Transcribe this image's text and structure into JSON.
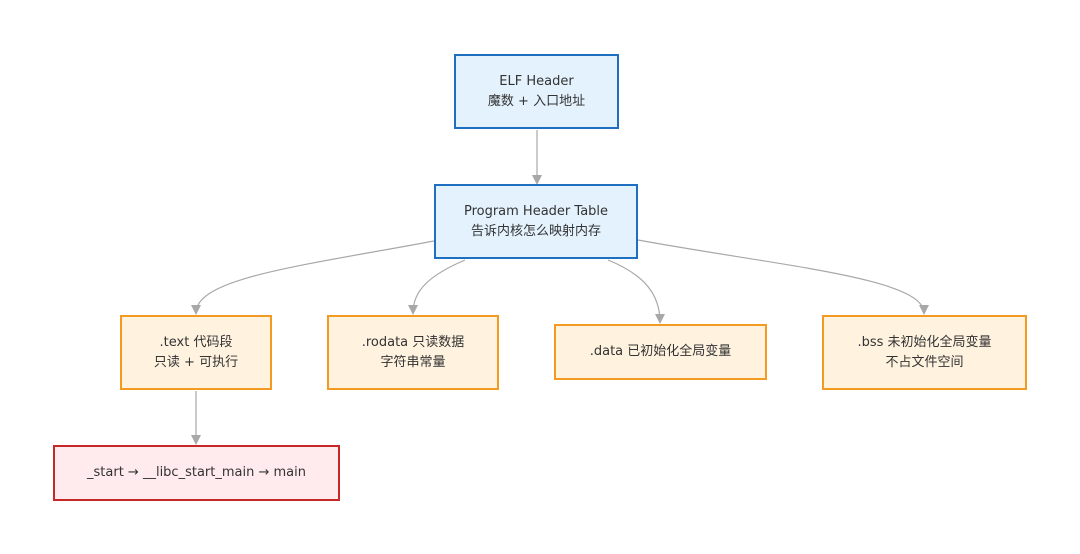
{
  "nodes": {
    "elf_header": {
      "line1": "ELF Header",
      "line2": "魔数 + 入口地址"
    },
    "program_header_table": {
      "line1": "Program Header Table",
      "line2": "告诉内核怎么映射内存"
    },
    "text_segment": {
      "line1": ".text 代码段",
      "line2": "只读 + 可执行"
    },
    "rodata_segment": {
      "line1": ".rodata 只读数据",
      "line2": "字符串常量"
    },
    "data_segment": {
      "line1": ".data 已初始化全局变量"
    },
    "bss_segment": {
      "line1": ".bss 未初始化全局变量",
      "line2": "不占文件空间"
    },
    "start_chain": {
      "line1": "_start → __libc_start_main → main"
    }
  },
  "colors": {
    "blue_fill": "#e3f2fd",
    "blue_border": "#1e6fc0",
    "orange_fill": "#fff3e0",
    "orange_border": "#f29a21",
    "red_fill": "#ffebee",
    "red_border": "#c62828",
    "edge": "#a8a8a8"
  },
  "edges": [
    {
      "from": "elf_header",
      "to": "program_header_table"
    },
    {
      "from": "program_header_table",
      "to": "text_segment"
    },
    {
      "from": "program_header_table",
      "to": "rodata_segment"
    },
    {
      "from": "program_header_table",
      "to": "data_segment"
    },
    {
      "from": "program_header_table",
      "to": "bss_segment"
    },
    {
      "from": "text_segment",
      "to": "start_chain"
    }
  ]
}
